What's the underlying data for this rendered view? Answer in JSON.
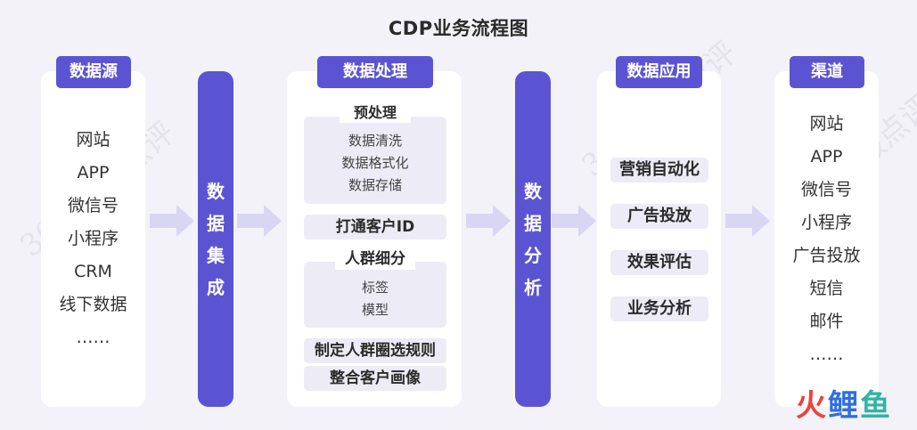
{
  "title": "CDP业务流程图",
  "columns": {
    "source": {
      "label": "数据源",
      "items": [
        "网站",
        "APP",
        "微信号",
        "小程序",
        "CRM",
        "线下数据",
        "……"
      ]
    },
    "integration": {
      "chars": [
        "数",
        "据",
        "集",
        "成"
      ]
    },
    "processing": {
      "label": "数据处理",
      "preprocess": {
        "title": "预处理",
        "items": [
          "数据清洗",
          "数据格式化",
          "数据存储"
        ]
      },
      "connect_id": "打通客户ID",
      "segment": {
        "title": "人群细分",
        "items": [
          "标签",
          "模型"
        ]
      },
      "rules": "制定人群圈选规则",
      "portrait": "整合客户画像"
    },
    "analysis": {
      "chars": [
        "数",
        "据",
        "分",
        "析"
      ]
    },
    "application": {
      "label": "数据应用",
      "items": [
        "营销自动化",
        "广告投放",
        "效果评估",
        "业务分析"
      ]
    },
    "channel": {
      "label": "渠道",
      "items": [
        "网站",
        "APP",
        "微信号",
        "小程序",
        "广告投放",
        "短信",
        "邮件",
        "……"
      ]
    }
  },
  "watermark": "36氪企服点评",
  "logo": {
    "part1": "火",
    "part2": "鲤",
    "part3": "鱼"
  },
  "colors": {
    "accent": "#5b54d2",
    "background": "#f3f2f9",
    "arrow": "#d9d6f3"
  }
}
